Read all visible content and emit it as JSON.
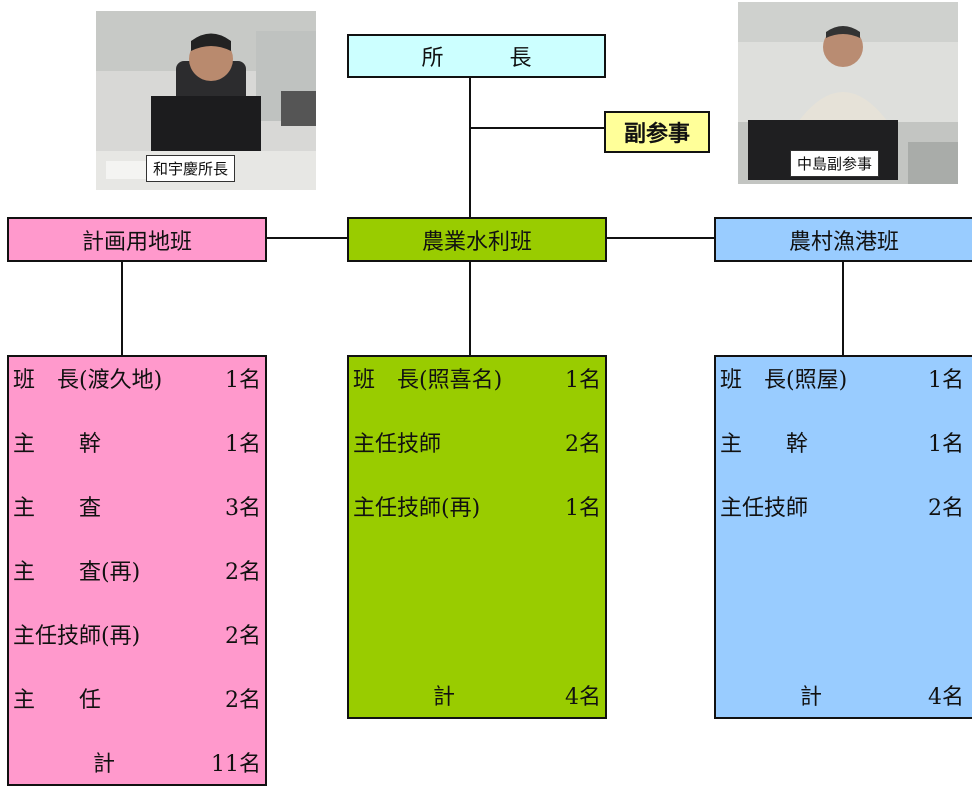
{
  "top": {
    "director_label": "所　　　長"
  },
  "vice": {
    "label": "副参事"
  },
  "photos": {
    "left_caption": "和宇慶所長",
    "right_caption": "中島副参事"
  },
  "teams": [
    {
      "name": "計画用地班",
      "rows": [
        {
          "left": "班　長(渡久地)",
          "right": "1名"
        },
        {
          "left": "主　　幹",
          "right": "1名"
        },
        {
          "left": "主　　査",
          "right": "3名"
        },
        {
          "left": "主　　査(再)",
          "right": "2名"
        },
        {
          "left": "主任技師(再)",
          "right": "2名"
        },
        {
          "left": "主　　任",
          "right": "2名"
        }
      ],
      "total_label": "計",
      "total_value": "11名"
    },
    {
      "name": "農業水利班",
      "rows": [
        {
          "left": "班　長(照喜名)",
          "right": "1名"
        },
        {
          "left": "主任技師",
          "right": "2名"
        },
        {
          "left": "主任技師(再)",
          "right": "1名"
        }
      ],
      "total_label": "計",
      "total_value": "4名"
    },
    {
      "name": "農村漁港班",
      "rows": [
        {
          "left": "班　長(照屋)",
          "right": "1名"
        },
        {
          "left": "主　　幹",
          "right": "1名"
        },
        {
          "left": "主任技師",
          "right": "2名"
        }
      ],
      "total_label": "計",
      "total_value": "4名"
    }
  ],
  "colors": {
    "director_fill": "#ccffff",
    "vice_fill": "#ffff99",
    "team1_fill": "#ff99cc",
    "team2_fill": "#99cc00",
    "team3_fill": "#99ccff"
  }
}
